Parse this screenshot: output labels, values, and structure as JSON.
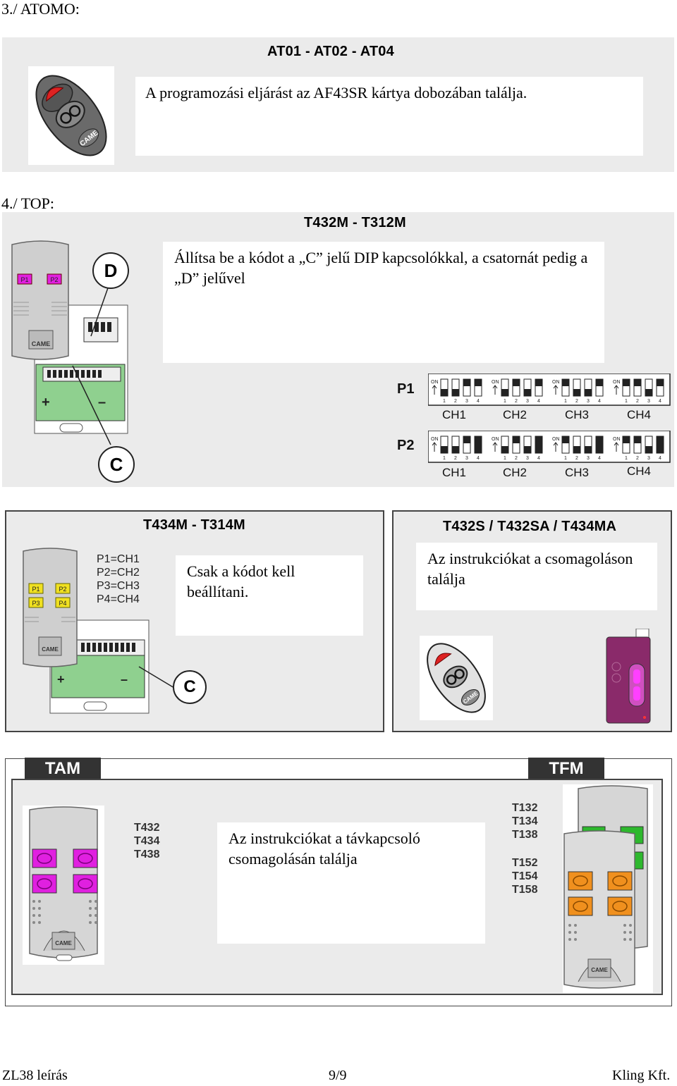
{
  "section3": {
    "heading": "3./ ATOMO:",
    "model": "AT01 - AT02 - AT04",
    "text": "A programozási eljárást az AF43SR kártya dobozában találja."
  },
  "section4": {
    "heading": "4./ TOP:",
    "model": "T432M - T312M",
    "text": "Állítsa be a kódot a „C” jelű DIP kapcsolókkal, a csatornát pedig a „D” jelűvel",
    "callout_d": "D",
    "callout_c": "C",
    "remote_brand": "CAME",
    "remote_buttons": [
      "P1",
      "P2"
    ],
    "dip_rows": [
      {
        "label": "P1",
        "channels": [
          "CH1",
          "CH2",
          "CH3",
          "CH4"
        ]
      },
      {
        "label": "P2",
        "channels": [
          "CH1",
          "CH2",
          "CH3",
          "CH4"
        ]
      }
    ],
    "dip_on": "ON",
    "dip_numbers": [
      "1",
      "2",
      "3",
      "4"
    ]
  },
  "t434m": {
    "model": "T434M - T314M",
    "text": "Csak a kódot kell beállítani.",
    "mapping": [
      "P1=CH1",
      "P2=CH2",
      "P3=CH3",
      "P4=CH4"
    ],
    "buttons": [
      "P1",
      "P2",
      "P3",
      "P4"
    ],
    "callout_c": "C",
    "remote_brand": "CAME"
  },
  "t432s": {
    "model": "T432S / T432SA / T434MA",
    "text": "Az instrukciókat a csomagoláson találja",
    "remote_brand": "CAME"
  },
  "tam_tfm": {
    "tab_left": "TAM",
    "tab_right": "TFM",
    "tam_models": [
      "T432",
      "T434",
      "T438"
    ],
    "tfm_models_a": [
      "T132",
      "T134",
      "T138"
    ],
    "tfm_models_b": [
      "T152",
      "T154",
      "T158"
    ],
    "text": "Az instrukciókat a távkapcsoló csomagolásán találja",
    "remote_brand": "CAME"
  },
  "footer": {
    "left": "ZL38 leírás",
    "center": "9/9",
    "right": "Kling Kft."
  },
  "colors": {
    "panel": "#ebebeb",
    "magenta": "#e020e0",
    "yellow": "#f0e020",
    "green": "#2db82d",
    "orange": "#f0901e",
    "board_green": "#8fd08f",
    "purple": "#8a2a6a"
  }
}
